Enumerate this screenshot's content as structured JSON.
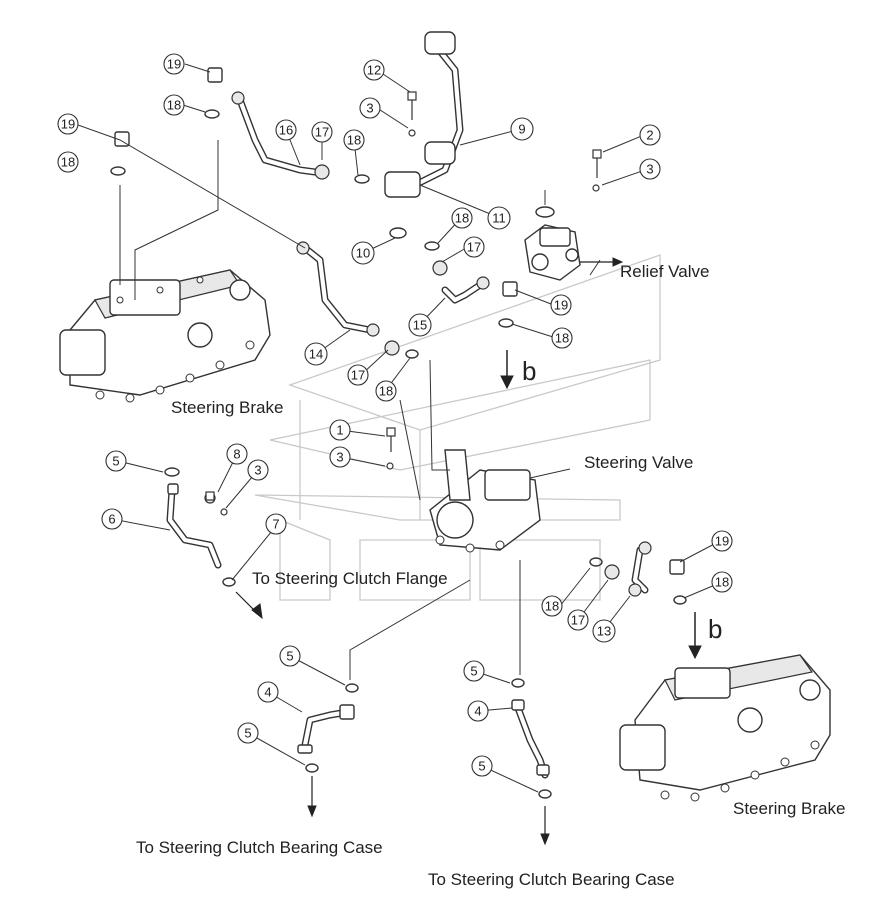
{
  "labels": {
    "relief_valve": "Relief Valve",
    "steering_brake_left": "Steering Brake",
    "steering_valve": "Steering  Valve",
    "to_clutch_flange": "To Steering Clutch Flange",
    "steering_brake_right": "Steering Brake",
    "to_bearing_case_left": "To Steering Clutch Bearing Case",
    "to_bearing_case_right": "To Steering Clutch Bearing Case",
    "view_b_top": "b",
    "view_b_right": "b"
  },
  "callouts": [
    "19",
    "18",
    "19",
    "18",
    "16",
    "17",
    "12",
    "3",
    "18",
    "9",
    "2",
    "3",
    "11",
    "18",
    "10",
    "17",
    "19",
    "18",
    "15",
    "14",
    "17",
    "18",
    "1",
    "3",
    "8",
    "3",
    "5",
    "6",
    "7",
    "18",
    "17",
    "13",
    "19",
    "18",
    "5",
    "4",
    "5",
    "5",
    "4",
    "5"
  ]
}
